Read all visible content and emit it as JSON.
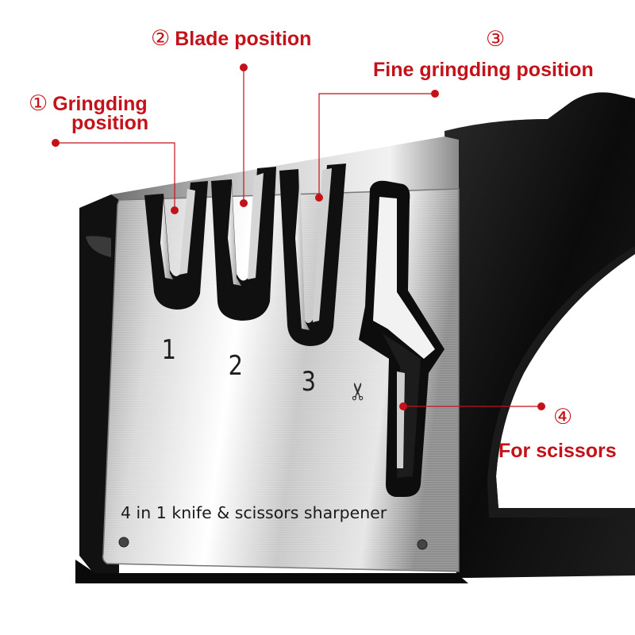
{
  "callouts": {
    "grinding": {
      "num": "①",
      "line1": "Gringding",
      "line2": "position"
    },
    "blade": {
      "num": "②",
      "label": "Blade position"
    },
    "fine": {
      "num": "③",
      "label": "Fine gringding position"
    },
    "scissors": {
      "num": "④",
      "label": "For scissors"
    }
  },
  "slot_numbers": [
    "1",
    "2",
    "3"
  ],
  "scissor_icon": "scissors-icon",
  "product_text": "4 in 1 knife & scissors sharpener",
  "colors": {
    "callout": "#c4121a",
    "body": "#0e0e0e",
    "steel": "#c9c9c9",
    "slot": "#111111"
  }
}
